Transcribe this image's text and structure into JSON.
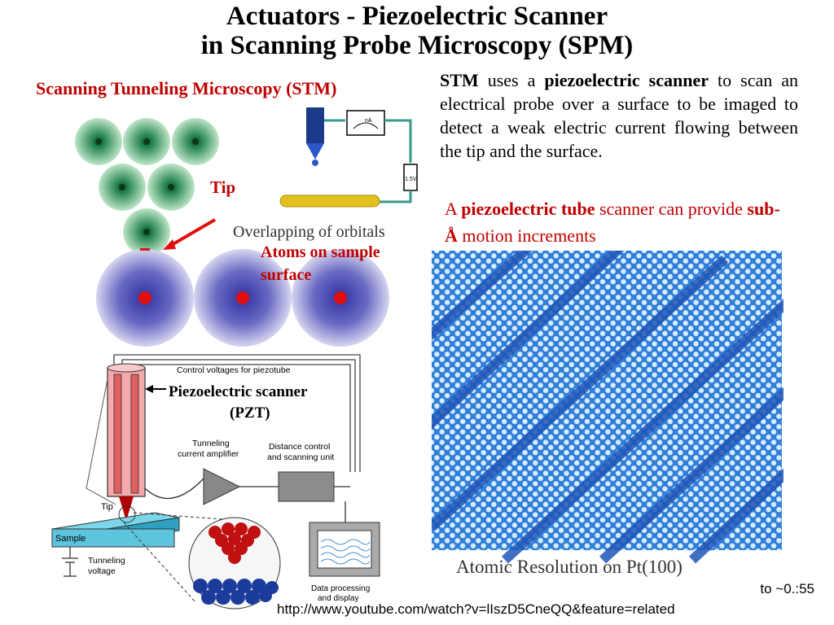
{
  "title": {
    "line1": "Actuators - Piezoelectric Scanner",
    "line2": "in Scanning Probe Microscopy (SPM)"
  },
  "stm_heading": "Scanning Tunneling Microscopy (STM)",
  "stm_description": {
    "stm": "STM",
    "t1": " uses a ",
    "pz": "piezoelectric scanner",
    "t2": " to scan an electrical probe over a surface to be imaged to detect a weak electric current flowing between the tip and the surface."
  },
  "tube_note": {
    "a": "A ",
    "tube": "piezoelectric tube",
    "t1": " scanner can provide ",
    "sub": "sub-Å",
    "t2": " motion increments"
  },
  "orbital_figure": {
    "tip_label": "Tip",
    "overlap_label": "Overlapping of orbitals",
    "atoms_label_1": "Atoms on sample",
    "atoms_label_2": "surface",
    "meter_label": "nA",
    "battery_label": "1.5V"
  },
  "circuit_figure": {
    "control_label": "Control voltages for piezotube",
    "pzt_label_1": "Piezoelectric scanner",
    "pzt_label_2": "(PZT)",
    "amplifier_label_1": "Tunneling",
    "amplifier_label_2": "current amplifier",
    "distance_label_1": "Distance control",
    "distance_label_2": "and scanning unit",
    "tip_label": "Tip",
    "sample_label": "Sample",
    "voltage_label_1": "Tunneling",
    "voltage_label_2": "voltage",
    "data_label_1": "Data processing",
    "data_label_2": "and display"
  },
  "afm_caption": "Atomic Resolution on Pt(100)",
  "footer": {
    "time": "to ~0.:55",
    "url": "http://www.youtube.com/watch?v=lIszD5CneQQ&feature=related"
  },
  "colors": {
    "accent_red": "#c00000",
    "tip_green": "#2e8b57",
    "atom_blue": "#5a5ab8",
    "surface_blue": "#1a63c8"
  }
}
